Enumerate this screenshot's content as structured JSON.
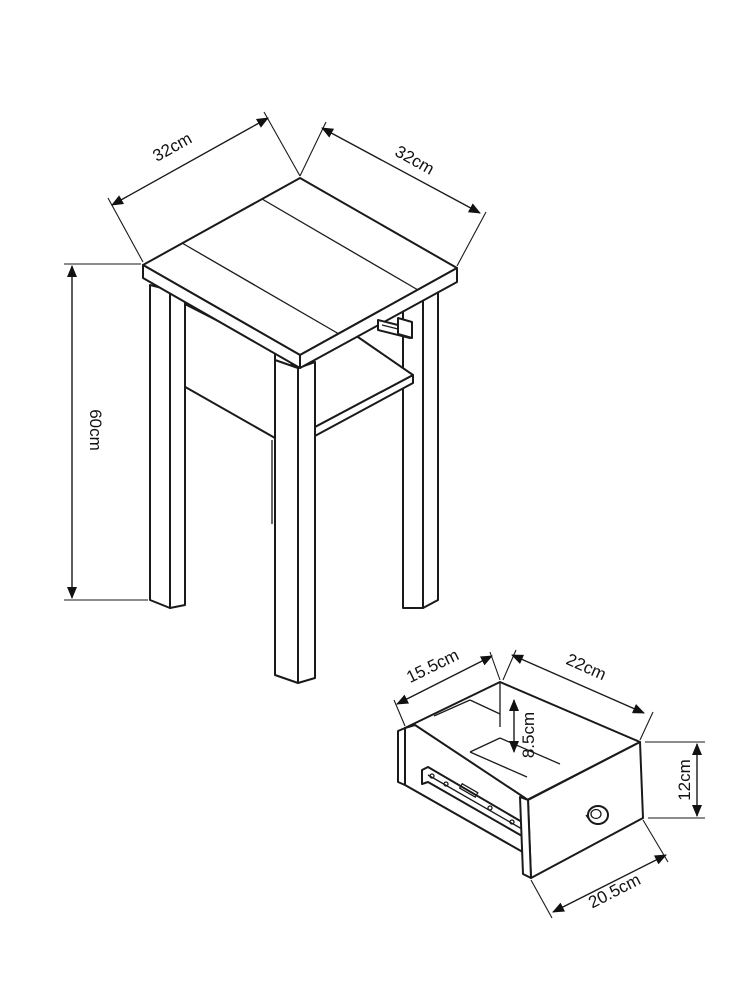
{
  "table": {
    "width_label": "32cm",
    "depth_label": "32cm",
    "height_label": "60cm"
  },
  "drawer": {
    "inner_depth_label": "15.5cm",
    "inner_width_label": "22cm",
    "inner_height_label": "8.5cm",
    "front_height_label": "12cm",
    "front_width_label": "20.5cm"
  }
}
